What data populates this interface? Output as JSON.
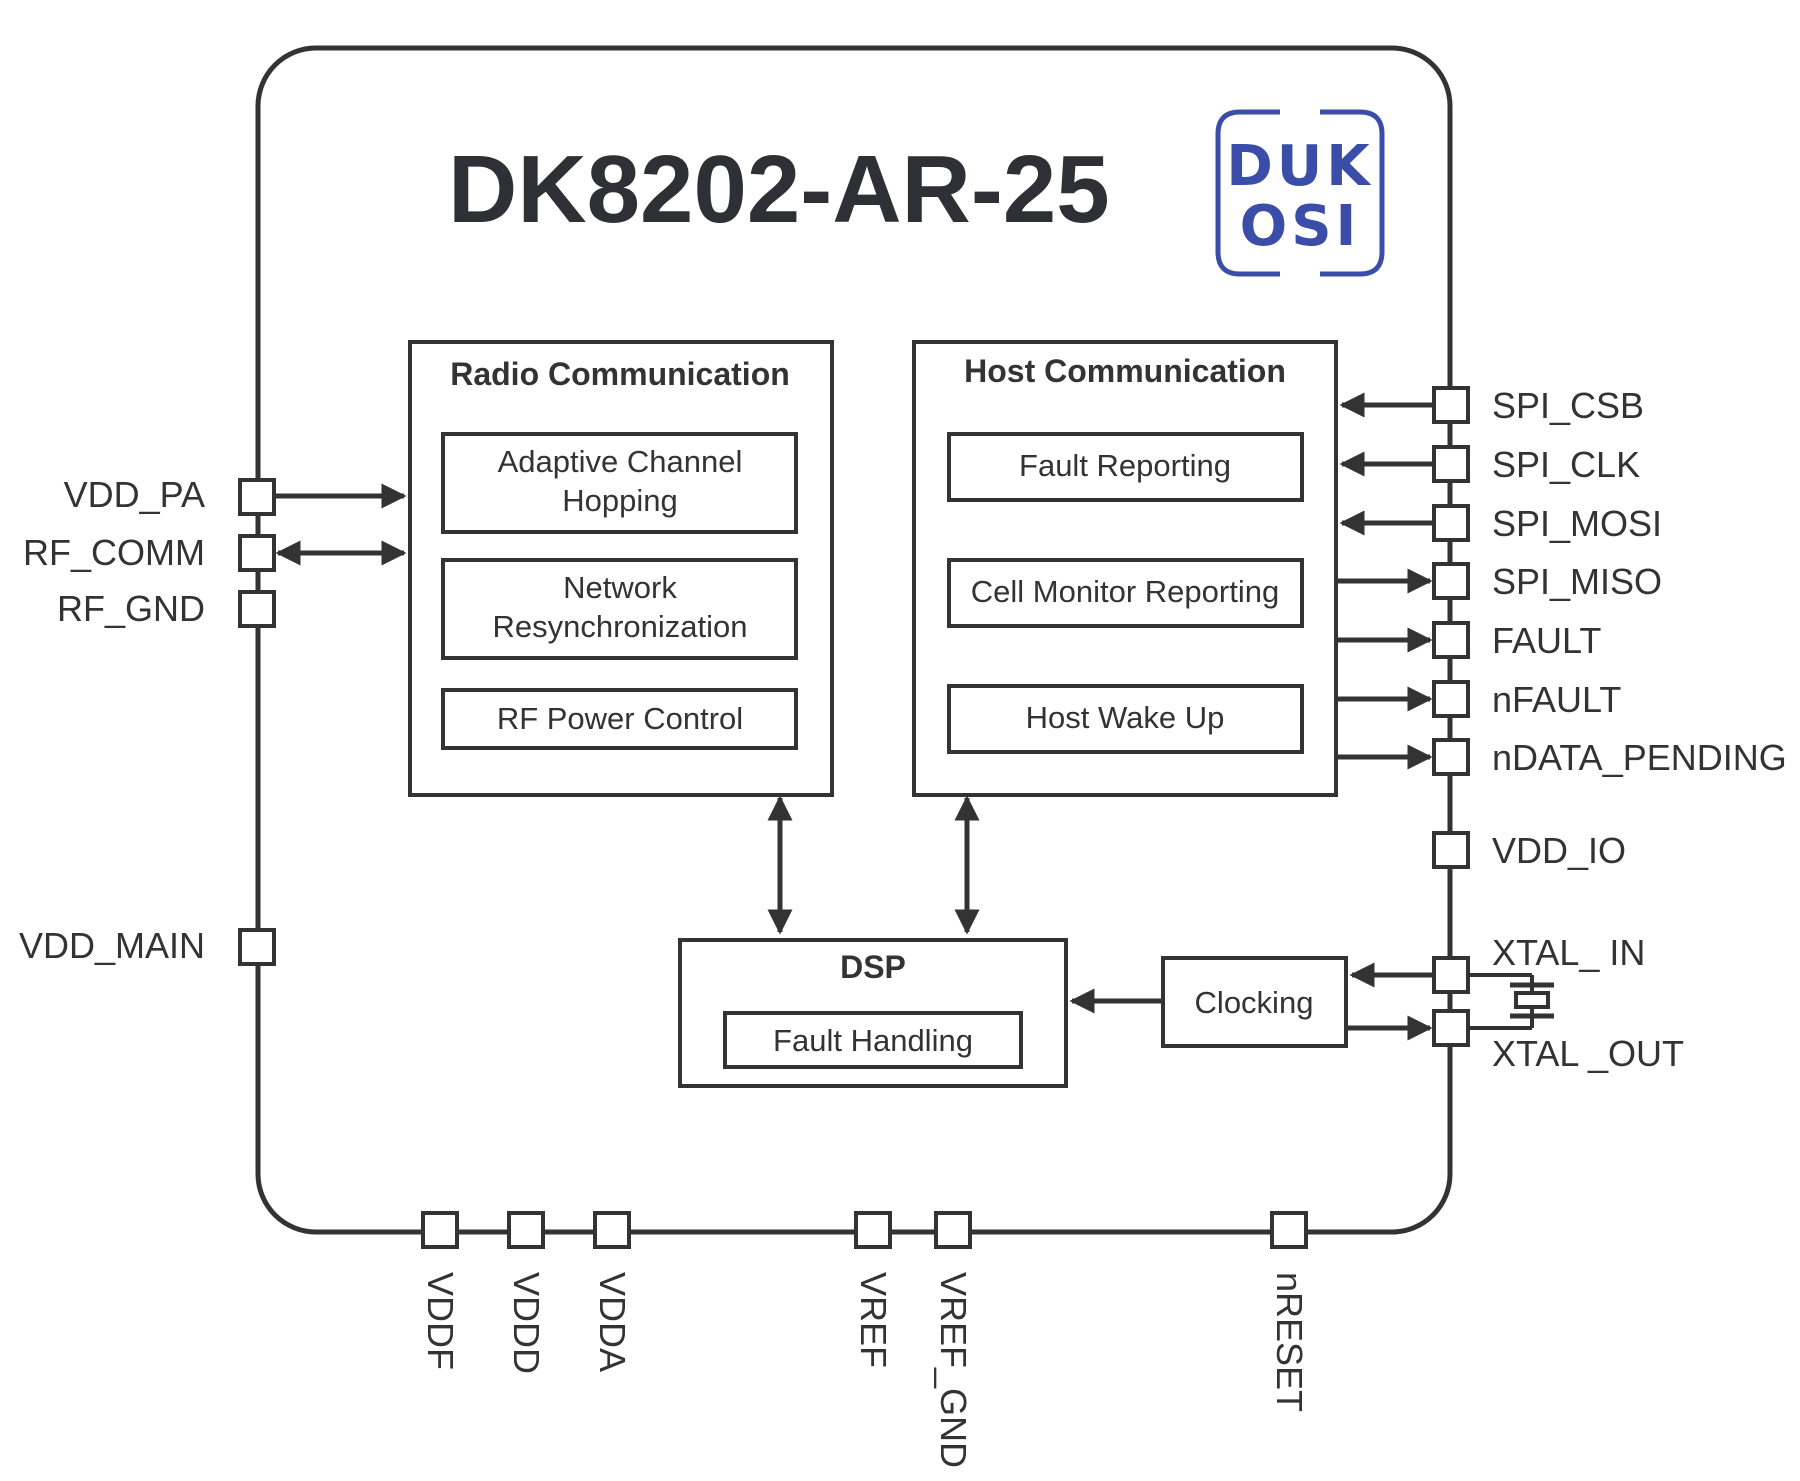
{
  "chip": {
    "title": "DK8202-AR-25",
    "logo": {
      "line1": "DUK",
      "line2": "OSI",
      "color": "#3a4da8"
    }
  },
  "blocks": {
    "radio": {
      "title": "Radio Communication",
      "items": [
        {
          "line1": "Adaptive Channel",
          "line2": "Hopping"
        },
        {
          "line1": "Network",
          "line2": "Resynchronization"
        },
        {
          "line1": "RF Power Control",
          "line2": ""
        }
      ]
    },
    "host": {
      "title": "Host Communication",
      "items": [
        "Fault Reporting",
        "Cell Monitor Reporting",
        "Host Wake Up"
      ]
    },
    "dsp": {
      "title": "DSP",
      "item": "Fault Handling"
    },
    "clocking": {
      "title": "Clocking"
    }
  },
  "pins": {
    "left": [
      "VDD_PA",
      "RF_COMM",
      "RF_GND",
      "VDD_MAIN"
    ],
    "right": [
      "SPI_CSB",
      "SPI_CLK",
      "SPI_MOSI",
      "SPI_MISO",
      "FAULT",
      "nFAULT",
      "nDATA_PENDING",
      "VDD_IO",
      "XTAL_ IN",
      "XTAL _OUT"
    ],
    "bottom": [
      "VDDF",
      "VDDD",
      "VDDA",
      "VREF",
      "VREF_GND",
      "nRESET"
    ]
  },
  "colors": {
    "ink": "#333333",
    "accent": "#3a4da8"
  }
}
